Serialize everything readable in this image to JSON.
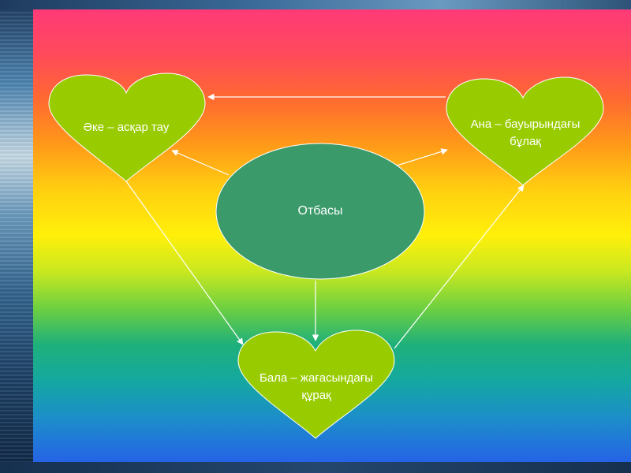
{
  "diagram": {
    "center": {
      "label": "Отбасы",
      "fill": "#3a9a6a"
    },
    "nodes": [
      {
        "id": "father",
        "label": "Әке – асқар тау"
      },
      {
        "id": "mother",
        "label_line1": "Ана – бауырындағы",
        "label_line2": "бұлақ"
      },
      {
        "id": "child",
        "label_line1": "Бала – жағасындағы",
        "label_line2": "құрақ"
      }
    ],
    "colors": {
      "heart": "#99cc00",
      "edge": "#ffffff"
    }
  }
}
